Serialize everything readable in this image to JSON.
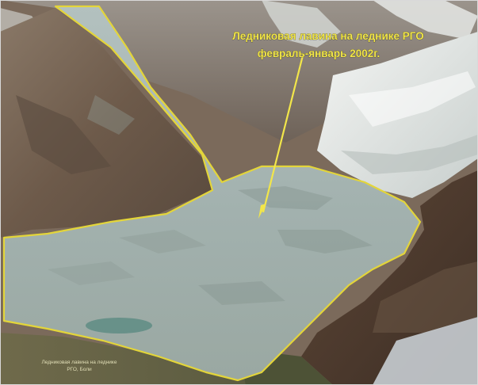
{
  "photo": {
    "caption_line1": "Ледниковая лавина на леднике РГО",
    "caption_line2": "февраль-январь 2002г.",
    "credit_line1": "Ледниковая лавина на леднике",
    "credit_line2": "РГО, Боли"
  },
  "colors": {
    "outline": "#e3d53a",
    "arrow": "#f2e64a",
    "avalanche_fill": "#a9b8b6",
    "rock_dark": "#5a4e44",
    "rock_brown": "#7a6652",
    "ice": "#e9ece9"
  }
}
